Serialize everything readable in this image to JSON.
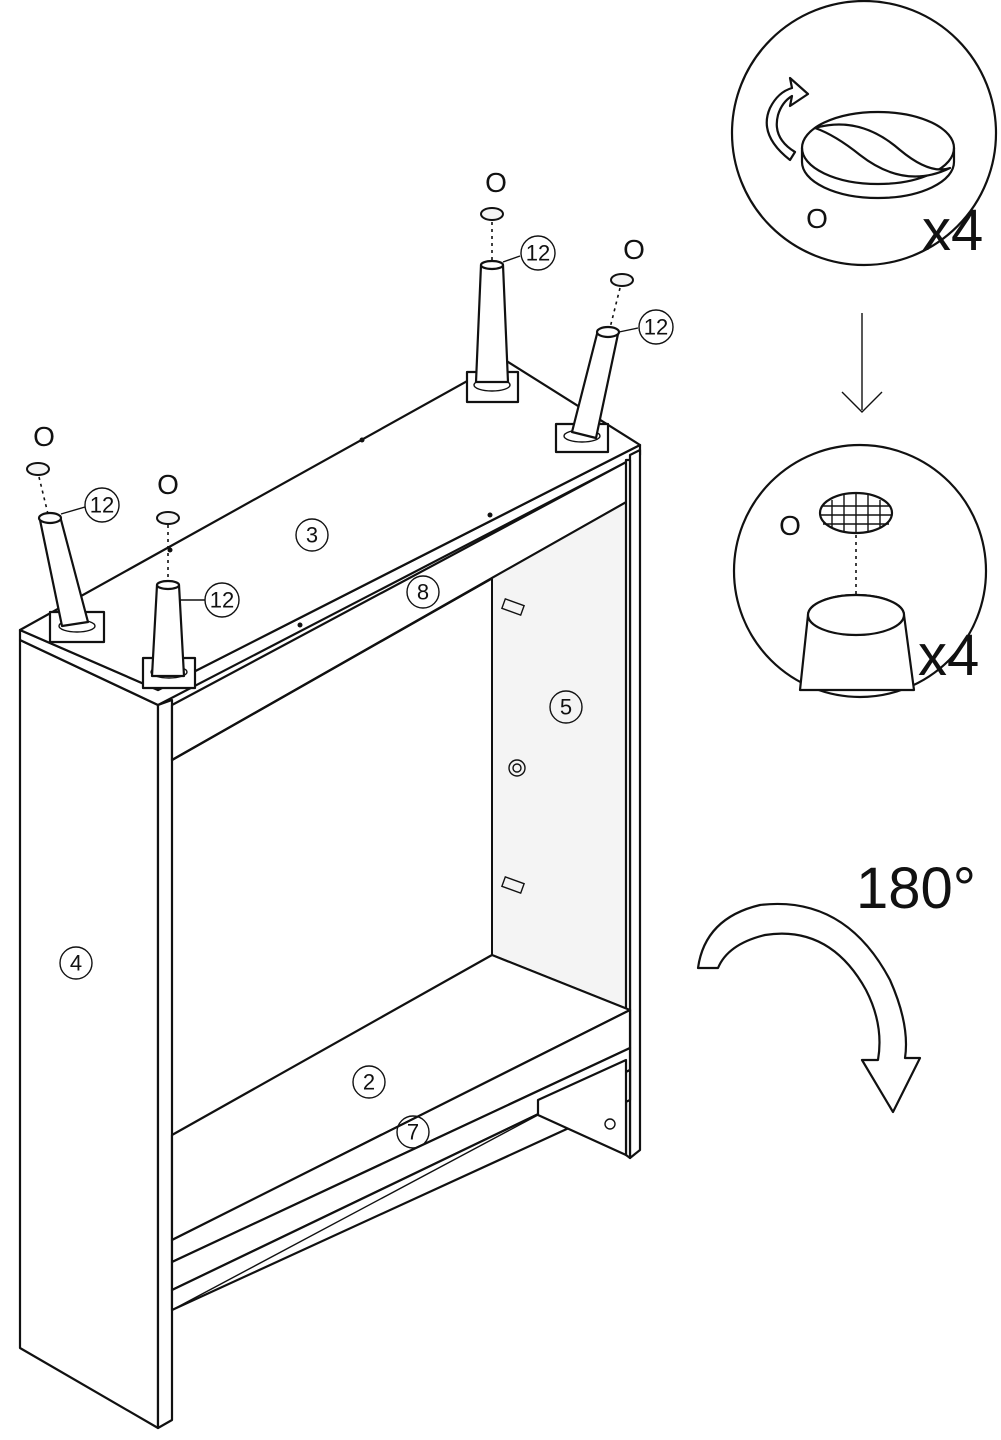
{
  "part_numbers": {
    "bottom_shelf": "2",
    "top_panel": "3",
    "left_side": "4",
    "right_side": "5",
    "bottom_rail": "7",
    "top_rail": "8"
  },
  "legs": [
    {
      "part": "12",
      "pad": "O"
    },
    {
      "part": "12",
      "pad": "O"
    },
    {
      "part": "12",
      "pad": "O"
    },
    {
      "part": "12",
      "pad": "O"
    }
  ],
  "details": {
    "peel_step": {
      "pad_label": "O",
      "quantity": "x4"
    },
    "attach_step": {
      "pad_label": "O",
      "quantity": "x4"
    }
  },
  "rotation": {
    "label": "180°"
  }
}
